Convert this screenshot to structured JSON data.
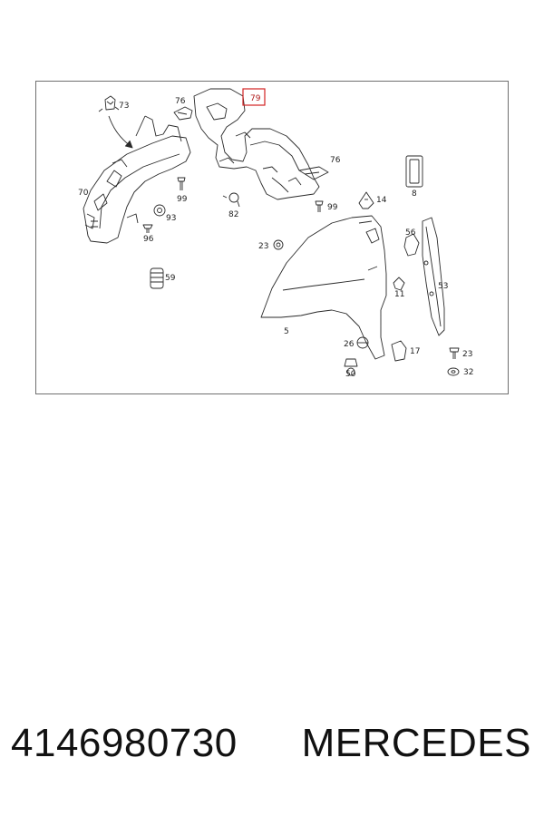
{
  "diagram": {
    "callouts": [
      "73",
      "76",
      "79",
      "76",
      "70",
      "99",
      "93",
      "96",
      "82",
      "99",
      "8",
      "14",
      "56",
      "23",
      "59",
      "53",
      "11",
      "5",
      "26",
      "17",
      "23",
      "50",
      "32"
    ],
    "highlighted_callout": "79",
    "highlight_color": "#d22222",
    "line_color": "#2a2a2a"
  },
  "footer": {
    "part_number": "4146980730",
    "brand": "MERCEDES"
  }
}
